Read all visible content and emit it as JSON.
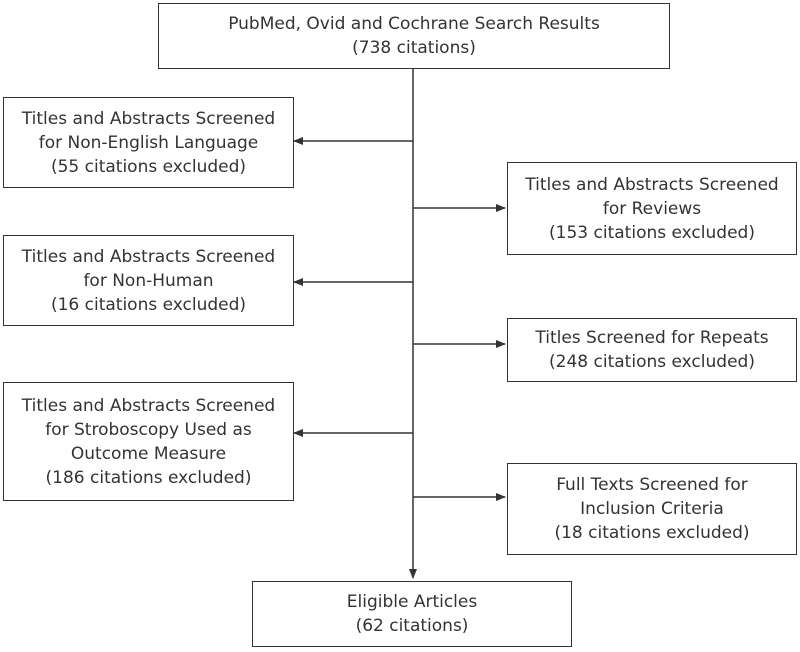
{
  "boxes": {
    "search": {
      "lines": [
        "PubMed, Ovid and Cochrane Search Results",
        "(738 citations)"
      ]
    },
    "non_english": {
      "lines": [
        "Titles and Abstracts Screened",
        "for Non-English Language",
        "(55 citations excluded)"
      ]
    },
    "reviews": {
      "lines": [
        "Titles and Abstracts Screened",
        "for Reviews",
        "(153 citations excluded)"
      ]
    },
    "non_human": {
      "lines": [
        "Titles and Abstracts Screened",
        "for Non-Human",
        "(16 citations excluded)"
      ]
    },
    "repeats": {
      "lines": [
        "Titles Screened for Repeats",
        "(248 citations excluded)"
      ]
    },
    "stroboscopy": {
      "lines": [
        "Titles and Abstracts Screened",
        "for Stroboscopy Used as",
        "Outcome Measure",
        "(186 citations excluded)"
      ]
    },
    "full_texts": {
      "lines": [
        "Full Texts Screened for",
        "Inclusion Criteria",
        "(18 citations excluded)"
      ]
    },
    "eligible": {
      "lines": [
        "Eligible Articles",
        "(62 citations)"
      ]
    }
  }
}
